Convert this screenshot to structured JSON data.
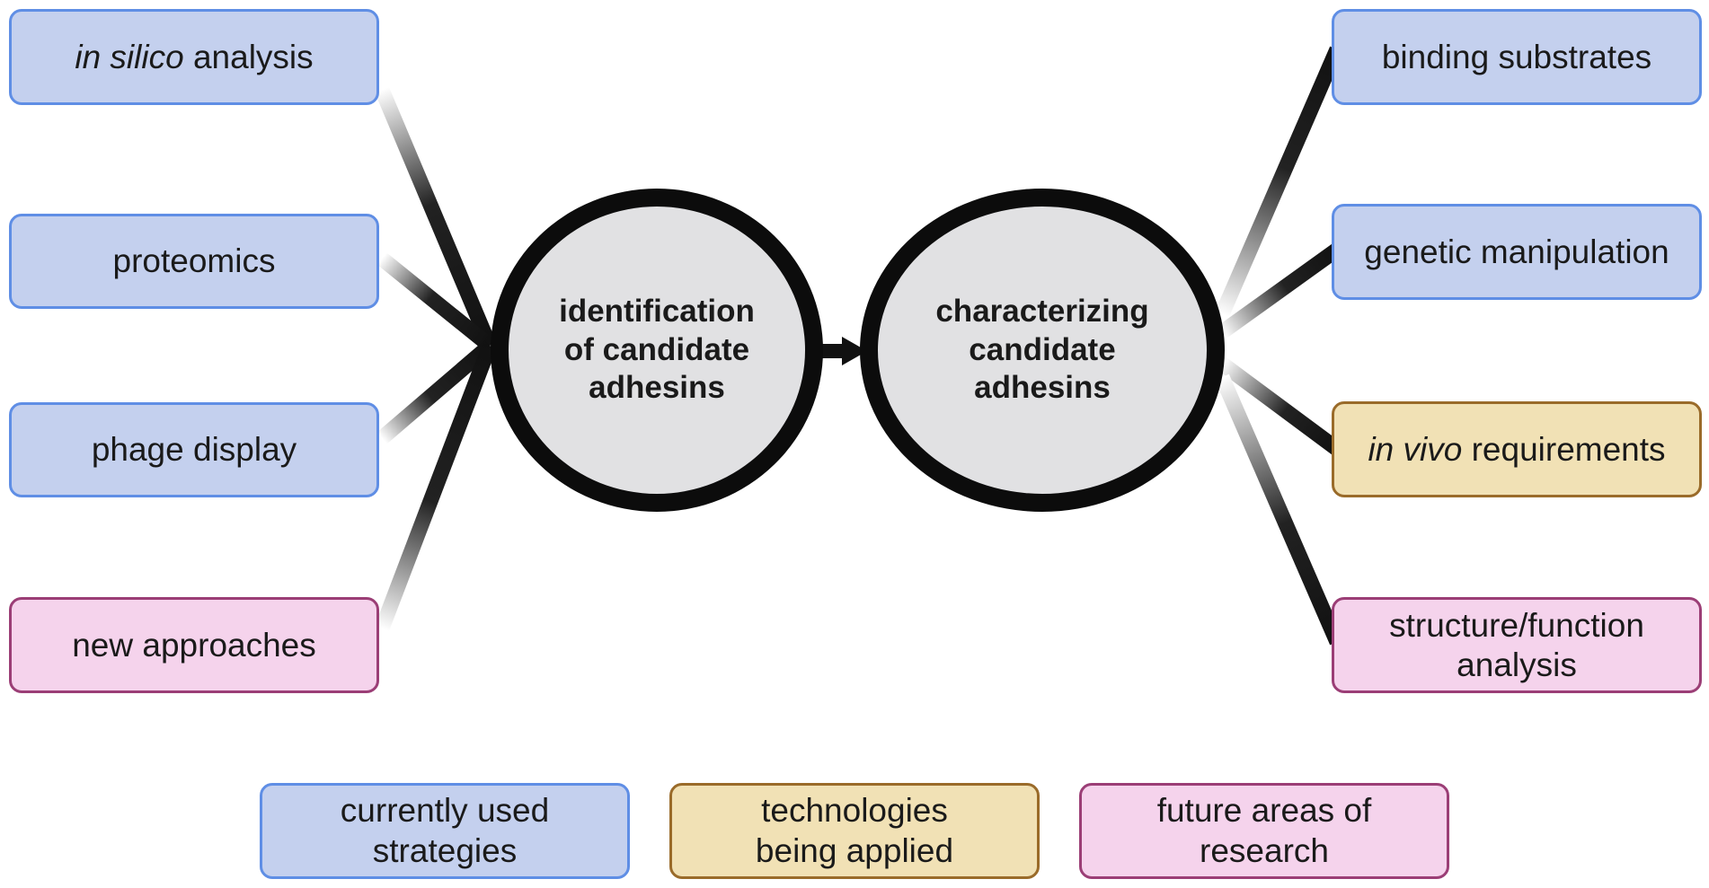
{
  "center": {
    "left_node": {
      "lines": [
        "identification",
        "of candidate",
        "adhesins"
      ]
    },
    "right_node": {
      "lines": [
        "characterizing",
        "candidate",
        "adhesins"
      ]
    }
  },
  "left_boxes": [
    {
      "italic": "in silico",
      "text": " analysis",
      "category": "blue"
    },
    {
      "italic": "",
      "text": "proteomics",
      "category": "blue"
    },
    {
      "italic": "",
      "text": "phage display",
      "category": "blue"
    },
    {
      "italic": "",
      "text": "new approaches",
      "category": "pink"
    }
  ],
  "right_boxes": [
    {
      "italic": "",
      "text": "binding substrates",
      "category": "blue"
    },
    {
      "italic": "",
      "text": "genetic manipulation",
      "category": "blue"
    },
    {
      "italic": "in vivo",
      "text": " requirements",
      "category": "yellow"
    },
    {
      "italic": "",
      "text": "structure/function analysis",
      "category": "pink"
    }
  ],
  "legend": [
    {
      "label": "currently used strategies",
      "category": "blue"
    },
    {
      "label": "technologies being applied",
      "category": "yellow"
    },
    {
      "label": "future areas of research",
      "category": "pink"
    }
  ],
  "colors": {
    "blue_fill": "#c4d0ee",
    "blue_border": "#5f8ee5",
    "yellow_fill": "#f1e1b5",
    "yellow_border": "#9a6b2a",
    "pink_fill": "#f5d3ec",
    "pink_border": "#9b3e76",
    "node_fill": "#e1e1e3",
    "node_border": "#0c0c0c"
  }
}
